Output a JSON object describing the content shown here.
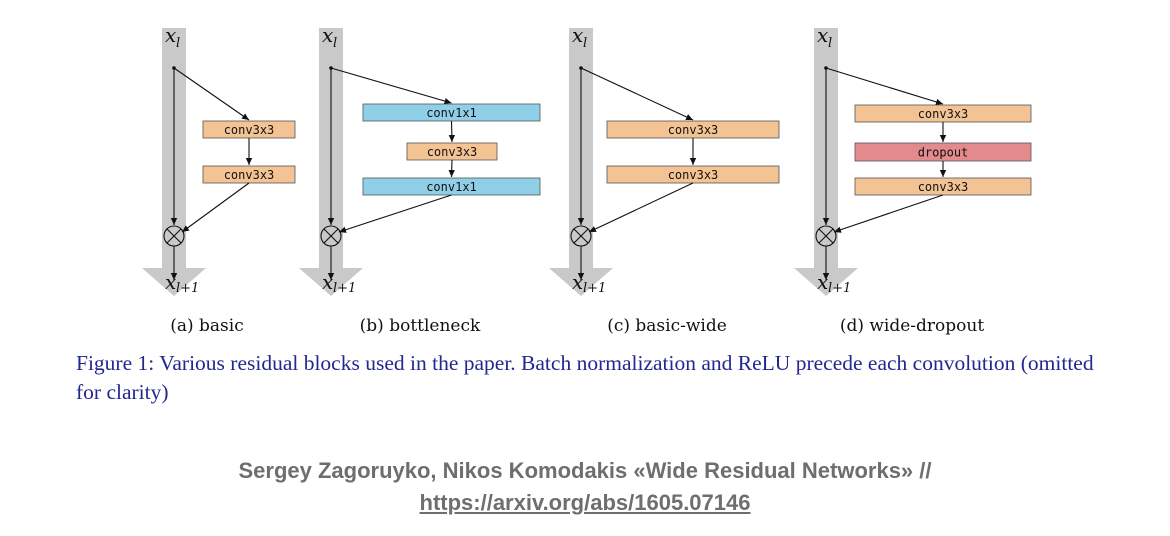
{
  "colors": {
    "conv3x3": "#f4c393",
    "conv1x1": "#8fd0e8",
    "dropout": "#e38a8c",
    "shortcut": "#c9c9c9",
    "caption": "#22288f",
    "credit": "#6e6e6e"
  },
  "labels": {
    "input_var": "x",
    "input_sub": "l",
    "output_var": "x",
    "output_sub": "l+1"
  },
  "panels": [
    {
      "caption": "(a)  basic",
      "boxes": [
        {
          "label": "conv3x3",
          "kind": "conv3x3"
        },
        {
          "label": "conv3x3",
          "kind": "conv3x3"
        }
      ]
    },
    {
      "caption": "(b)  bottleneck",
      "boxes": [
        {
          "label": "conv1x1",
          "kind": "conv1x1"
        },
        {
          "label": "conv3x3",
          "kind": "conv3x3"
        },
        {
          "label": "conv1x1",
          "kind": "conv1x1"
        }
      ]
    },
    {
      "caption": "(c)  basic-wide",
      "boxes": [
        {
          "label": "conv3x3",
          "kind": "conv3x3"
        },
        {
          "label": "conv3x3",
          "kind": "conv3x3"
        }
      ]
    },
    {
      "caption": "(d)  wide-dropout",
      "boxes": [
        {
          "label": "conv3x3",
          "kind": "conv3x3"
        },
        {
          "label": "dropout",
          "kind": "dropout"
        },
        {
          "label": "conv3x3",
          "kind": "conv3x3"
        }
      ]
    }
  ],
  "figure_caption": "Figure 1: Various residual blocks used in the paper. Batch normalization and ReLU precede each convolution (omitted for clarity)",
  "credit": {
    "text": "Sergey Zagoruyko, Nikos Komodakis «Wide Residual Networks» //",
    "link_text": "https://arxiv.org/abs/1605.07146"
  }
}
